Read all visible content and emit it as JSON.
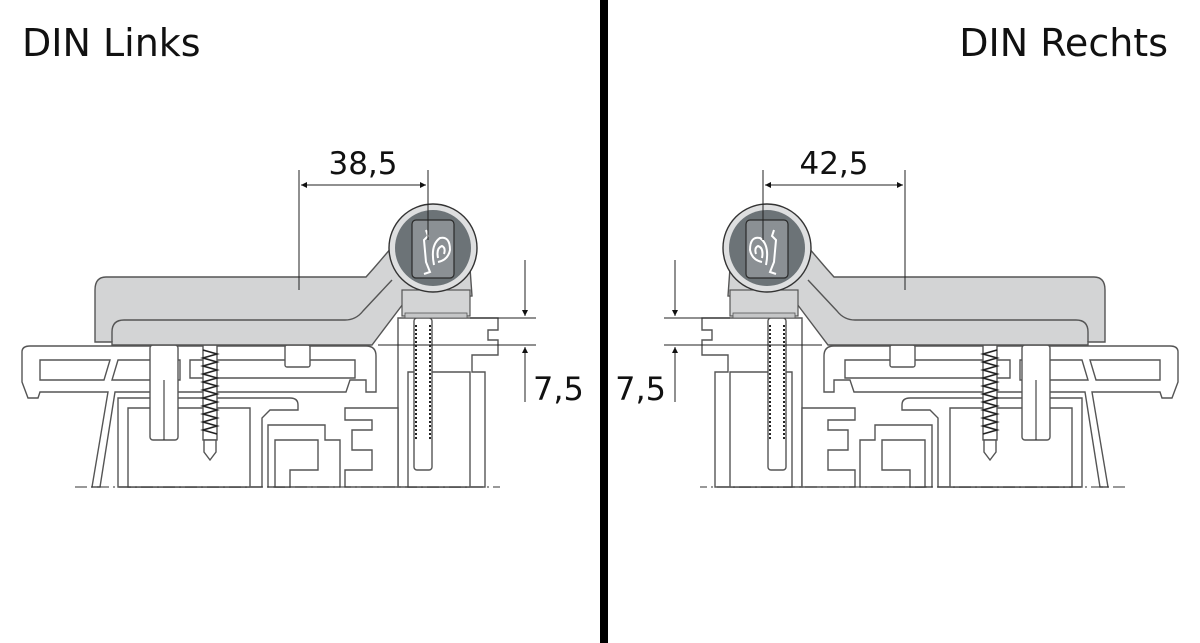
{
  "left": {
    "title": "DIN Links",
    "dimension_horizontal": "38,5",
    "dimension_vertical": "7,5"
  },
  "right": {
    "title": "DIN Rechts",
    "dimension_horizontal": "42,5",
    "dimension_vertical": "7,5"
  },
  "colors": {
    "hinge_body": "#d3d4d5",
    "knuckle": "#6c7377",
    "divider": "#000000"
  }
}
